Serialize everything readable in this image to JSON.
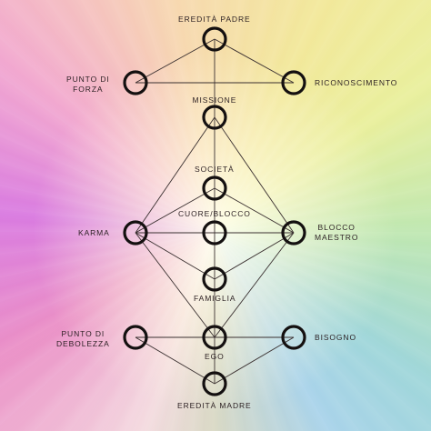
{
  "diagram": {
    "nodes": [
      {
        "id": "eredita-padre",
        "lines": [
          "EREDITÀ PADRE"
        ]
      },
      {
        "id": "punto-di-forza",
        "lines": [
          "PUNTO DI",
          "FORZA"
        ]
      },
      {
        "id": "riconoscimento",
        "lines": [
          "RICONOSCIMENTO"
        ]
      },
      {
        "id": "missione",
        "lines": [
          "MISSIONE"
        ]
      },
      {
        "id": "societa",
        "lines": [
          "SOCIETÀ"
        ]
      },
      {
        "id": "cuore-blocco",
        "lines": [
          "CUORE/BLOCCO"
        ]
      },
      {
        "id": "karma",
        "lines": [
          "KARMA"
        ]
      },
      {
        "id": "blocco-maestro",
        "lines": [
          "BLOCCO",
          "MAESTRO"
        ]
      },
      {
        "id": "famiglia",
        "lines": [
          "FAMIGLIA"
        ]
      },
      {
        "id": "punto-di-debolezza",
        "lines": [
          "PUNTO DI",
          "DEBOLEZZA"
        ]
      },
      {
        "id": "ego",
        "lines": [
          "EGO"
        ]
      },
      {
        "id": "bisogno",
        "lines": [
          "BISOGNO"
        ]
      },
      {
        "id": "eredita-madre",
        "lines": [
          "EREDITÀ MADRE"
        ]
      }
    ],
    "edges": [
      [
        "eredita-padre",
        "punto-di-forza"
      ],
      [
        "eredita-padre",
        "riconoscimento"
      ],
      [
        "eredita-padre",
        "missione"
      ],
      [
        "punto-di-forza",
        "riconoscimento"
      ],
      [
        "missione",
        "societa"
      ],
      [
        "missione",
        "karma"
      ],
      [
        "missione",
        "blocco-maestro"
      ],
      [
        "societa",
        "karma"
      ],
      [
        "societa",
        "blocco-maestro"
      ],
      [
        "societa",
        "cuore-blocco"
      ],
      [
        "karma",
        "cuore-blocco"
      ],
      [
        "karma",
        "blocco-maestro"
      ],
      [
        "karma",
        "famiglia"
      ],
      [
        "karma",
        "ego"
      ],
      [
        "blocco-maestro",
        "cuore-blocco"
      ],
      [
        "blocco-maestro",
        "famiglia"
      ],
      [
        "blocco-maestro",
        "ego"
      ],
      [
        "cuore-blocco",
        "famiglia"
      ],
      [
        "famiglia",
        "ego"
      ],
      [
        "punto-di-debolezza",
        "ego"
      ],
      [
        "ego",
        "bisogno"
      ],
      [
        "ego",
        "eredita-madre"
      ],
      [
        "punto-di-debolezza",
        "eredita-madre"
      ],
      [
        "bisogno",
        "eredita-madre"
      ]
    ]
  }
}
